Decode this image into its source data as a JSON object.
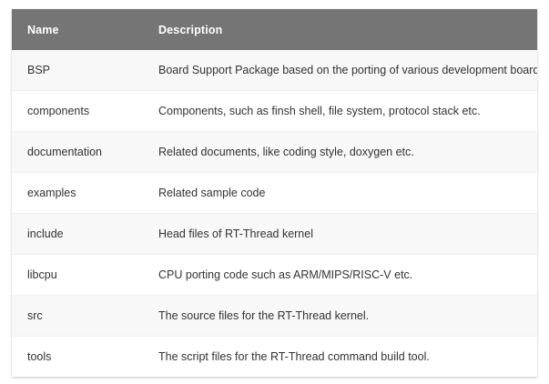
{
  "table": {
    "columns": [
      {
        "key": "name",
        "label": "Name"
      },
      {
        "key": "description",
        "label": "Description"
      }
    ],
    "rows": [
      {
        "name": "BSP",
        "description": "Board Support Package based on the porting of various development boards"
      },
      {
        "name": "components",
        "description": "Components, such as finsh shell, file system, protocol stack etc."
      },
      {
        "name": "documentation",
        "description": "Related documents, like coding style, doxygen etc."
      },
      {
        "name": "examples",
        "description": "Related sample code"
      },
      {
        "name": "include",
        "description": "Head files of RT-Thread kernel"
      },
      {
        "name": "libcpu",
        "description": "CPU porting code such as ARM/MIPS/RISC-V etc."
      },
      {
        "name": "src",
        "description": "The source files for the RT-Thread kernel."
      },
      {
        "name": "tools",
        "description": "The script files for the RT-Thread command build tool."
      }
    ]
  },
  "colors": {
    "header_background": "#757575",
    "header_text": "#ffffff",
    "row_odd_background": "#f8f8f8",
    "row_even_background": "#ffffff",
    "cell_text": "#333333",
    "row_divider": "#efefef",
    "page_background": "#ffffff"
  }
}
